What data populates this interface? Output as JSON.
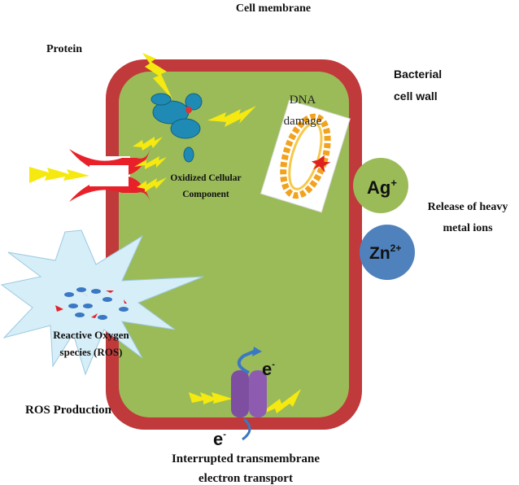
{
  "labels": {
    "cell_membrane": "Cell membrane",
    "protein": "Protein",
    "bacterial_cell_wall_line1": "Bacterial",
    "bacterial_cell_wall_line2": "cell wall",
    "dna_damage_line1": "DNA",
    "dna_damage_line2": "damage",
    "oxidized_line1": "Oxidized Cellular",
    "oxidized_line2": "Component",
    "release_line1": "Release of heavy",
    "release_line2": "metal ions",
    "ros_line1": "Reactive Oxygen",
    "ros_line2": "species (ROS)",
    "ros_production": "ROS Production",
    "transport_line1": "Interrupted transmembrane",
    "transport_line2": "electron transport"
  },
  "ions": {
    "silver": {
      "symbol": "Ag",
      "charge": "+",
      "color": "#9bbb59"
    },
    "zinc": {
      "symbol": "Zn",
      "charge": "2+",
      "color": "#4f81bd"
    }
  },
  "electron": {
    "symbol": "e",
    "charge": "-"
  },
  "colors": {
    "cell_wall": "#c0393b",
    "cytoplasm": "#9bbb59",
    "ros_burst": "#d6eef8",
    "channel": "#7e4fa0",
    "bolt": "#f5e90f",
    "protein_channel": "#e8202a"
  }
}
